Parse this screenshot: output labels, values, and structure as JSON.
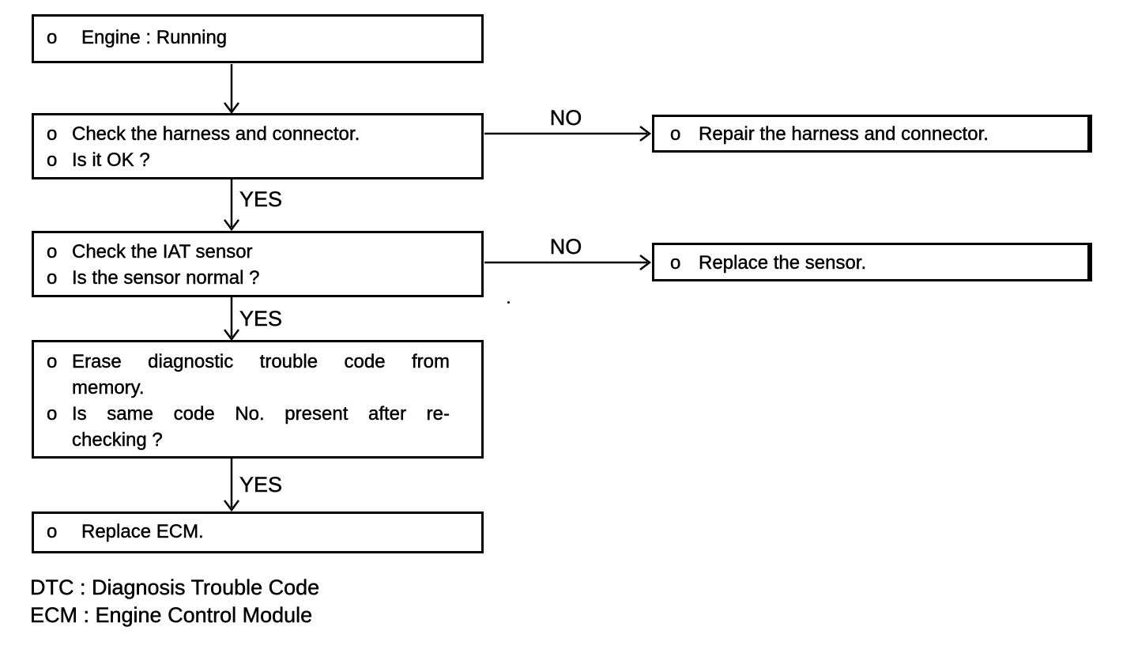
{
  "colors": {
    "ink": "#000000",
    "background": "#ffffff"
  },
  "flowchart": {
    "boxes": {
      "engine_running": {
        "items": [
          {
            "bullet": "o",
            "lines": [
              "Engine : Running"
            ]
          }
        ]
      },
      "check_harness": {
        "items": [
          {
            "bullet": "o",
            "lines": [
              "Check the harness and connector."
            ]
          },
          {
            "bullet": "o",
            "lines": [
              "Is it OK ?"
            ]
          }
        ]
      },
      "repair_harness": {
        "items": [
          {
            "bullet": "o",
            "lines": [
              "Repair the harness and connector."
            ]
          }
        ]
      },
      "check_iat": {
        "items": [
          {
            "bullet": "o",
            "lines": [
              "Check the IAT sensor"
            ]
          },
          {
            "bullet": "o",
            "lines": [
              "Is the sensor normal ?"
            ]
          }
        ]
      },
      "replace_sensor": {
        "items": [
          {
            "bullet": "o",
            "lines": [
              "Replace the sensor."
            ]
          }
        ]
      },
      "erase_dtc": {
        "items": [
          {
            "bullet": "o",
            "lines": [
              "Erase diagnostic trouble code from",
              "memory."
            ]
          },
          {
            "bullet": "o",
            "lines": [
              "Is same code No. present after re-",
              "checking ?"
            ]
          }
        ]
      },
      "replace_ecm": {
        "items": [
          {
            "bullet": "o",
            "lines": [
              "Replace ECM."
            ]
          }
        ]
      }
    },
    "labels": {
      "no1": "NO",
      "no2": "NO",
      "yes1": "YES",
      "yes2": "YES",
      "yes3": "YES"
    },
    "legend": [
      "DTC : Diagnosis Trouble Code",
      "ECM : Engine Control Module"
    ]
  }
}
